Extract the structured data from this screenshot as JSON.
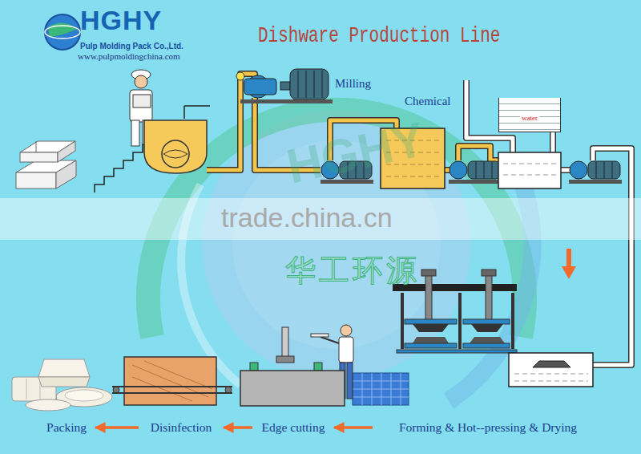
{
  "diagram": {
    "title": "Dishware Production Line",
    "nodes": [
      {
        "text": [
          "water"
        ]
      },
      {
        "text": [
          "Packing"
        ]
      },
      {
        "text": [
          "Disinfection"
        ]
      },
      {
        "text": [
          "Edge cutting"
        ]
      },
      {
        "text": [
          "Forming & Hot--pressing & Drying"
        ]
      }
    ],
    "edges": [
      {
        "from": 4,
        "to": 3,
        "arrow": "to"
      },
      {
        "from": 3,
        "to": 2,
        "arrow": "to"
      },
      {
        "from": 2,
        "to": 1,
        "arrow": "to"
      }
    ],
    "labels": [
      "HGHY",
      "Pulp Molding Pack Co.,Ltd.",
      "www.pulpmoldingchina.com",
      "Milling",
      "Chemical",
      "HGHY",
      "trade.china.cn",
      "华工环源"
    ]
  }
}
